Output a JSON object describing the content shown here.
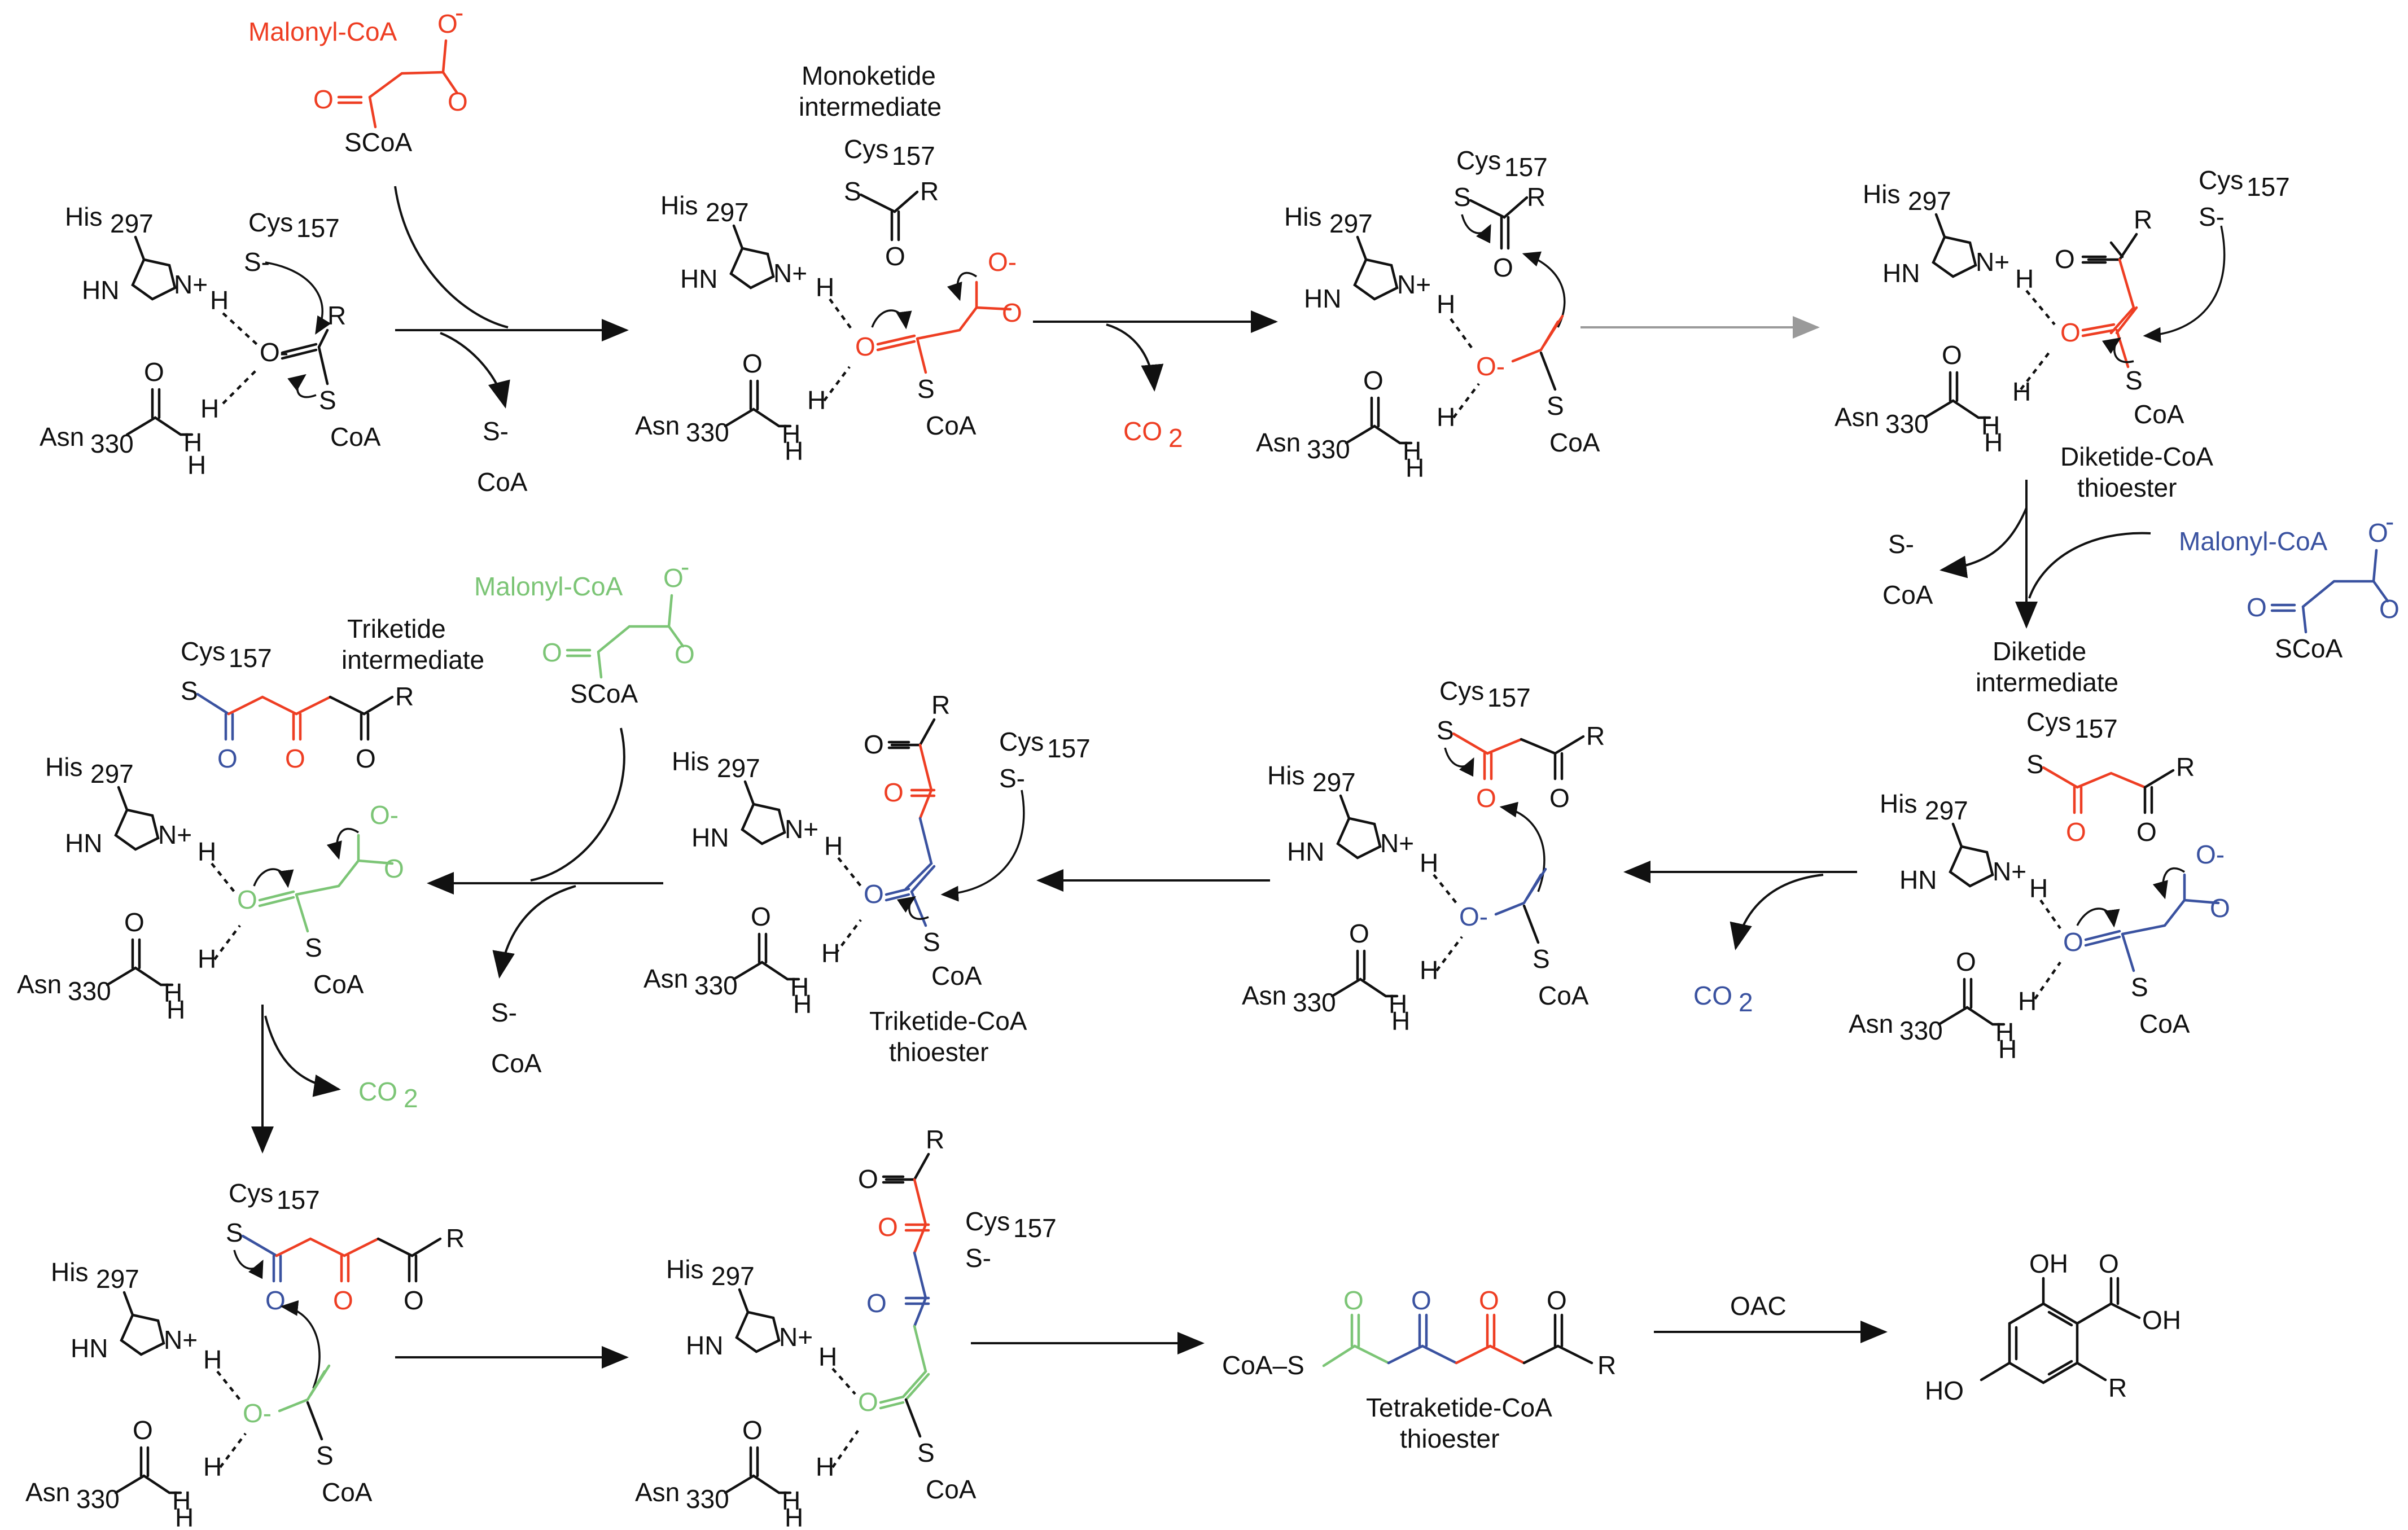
{
  "colors": {
    "black": "#111111",
    "malonyl_1": "#ee3e23",
    "malonyl_2": "#3a52a0",
    "malonyl_3": "#7cc576",
    "inactive_arrow": "#9a9a9a"
  },
  "reagents": {
    "malonyl_coa": "Malonyl-CoA",
    "o_minus": "O",
    "minus": "-",
    "o": "O",
    "scoa": "SCoA",
    "co2_a": "CO",
    "co2_b": "2",
    "coa": "CoA",
    "s": "S",
    "r": "R",
    "oac": "OAC"
  },
  "residues": {
    "his": "His",
    "his_num": "297",
    "cys": "Cys",
    "cys_num": "157",
    "asn": "Asn",
    "asn_num": "330",
    "hn": "HN",
    "n_plus": "N+",
    "h": "H",
    "o_minus": "O-",
    "s_minus": "S-"
  },
  "labels": {
    "monoketide_1": "Monoketide",
    "monoketide_2": "intermediate",
    "diketide_coa_1": "Diketide-CoA",
    "diketide_coa_2": "thioester",
    "diketide_int_1": "Diketide",
    "diketide_int_2": "intermediate",
    "triketide_int_1": "Triketide",
    "triketide_int_2": "intermediate",
    "triketide_coa_1": "Triketide-CoA",
    "triketide_coa_2": "thioester",
    "tetraketide_coa_1": "Tetraketide-CoA",
    "tetraketide_coa_2": "thioester",
    "coa_s": "CoA–S",
    "oh": "OH",
    "ho": "HO"
  }
}
